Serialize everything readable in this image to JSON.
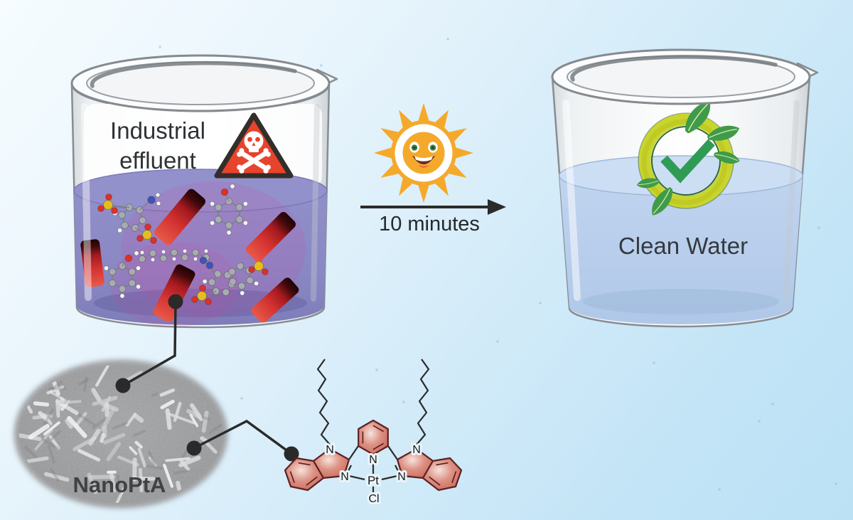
{
  "figure": {
    "left_beaker": {
      "label_line1": "Industrial",
      "label_line2": "effluent",
      "hazard_icon": "skull-crossbones-warning-triangle",
      "hazard_color": "#e8432d",
      "liquid_color": "#8b89c5",
      "nanorod_color": "#d1302f",
      "nanorod_count": 5
    },
    "transition": {
      "sun_icon": "smiling-sun",
      "sun_color": "#f5a92b",
      "arrow_icon": "right-arrow",
      "arrow_color": "#2b2b2b",
      "duration_label": "10 minutes"
    },
    "right_beaker": {
      "label": "Clean Water",
      "eco_icon": "eco-leaf-ring-checkmark",
      "eco_ring_color": "#cbd42e",
      "leaf_color": "#3f9b49",
      "check_color": "#2f9b55",
      "water_color": "#b9cfec"
    },
    "micrograph": {
      "label": "NanoPtA"
    },
    "pt_complex": {
      "nitrogen_label": "N",
      "platinum_label": "Pt",
      "chloride_label": "Cl",
      "ring_fill": "#d47c6e"
    },
    "background": {
      "top_left": "#f3fafe",
      "bottom_right": "#c2e4f6"
    }
  }
}
